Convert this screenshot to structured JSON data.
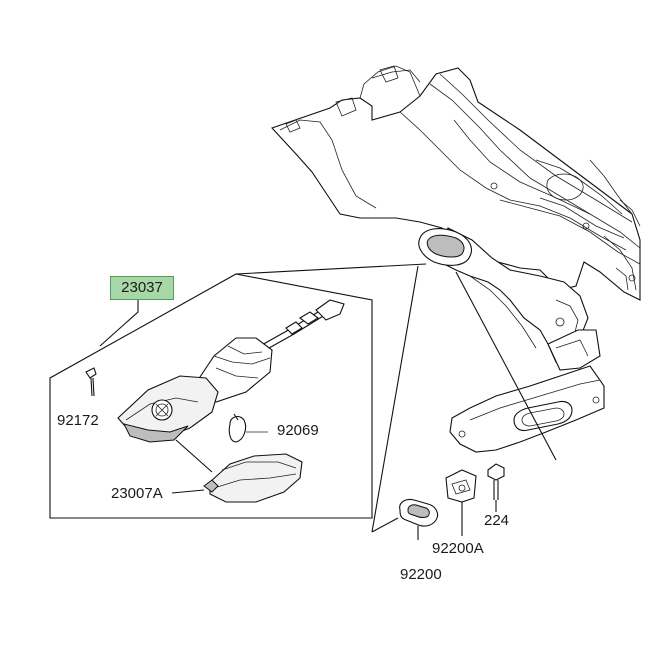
{
  "diagram": {
    "assembly_label": "23037",
    "assembly_label_color": "#a8d8a8",
    "parts": [
      {
        "id": "92172",
        "text": "92172"
      },
      {
        "id": "92069",
        "text": "92069"
      },
      {
        "id": "23007A",
        "text": "23007A"
      },
      {
        "id": "224",
        "text": "224"
      },
      {
        "id": "92200A",
        "text": "92200A"
      },
      {
        "id": "92200",
        "text": "92200"
      }
    ]
  }
}
